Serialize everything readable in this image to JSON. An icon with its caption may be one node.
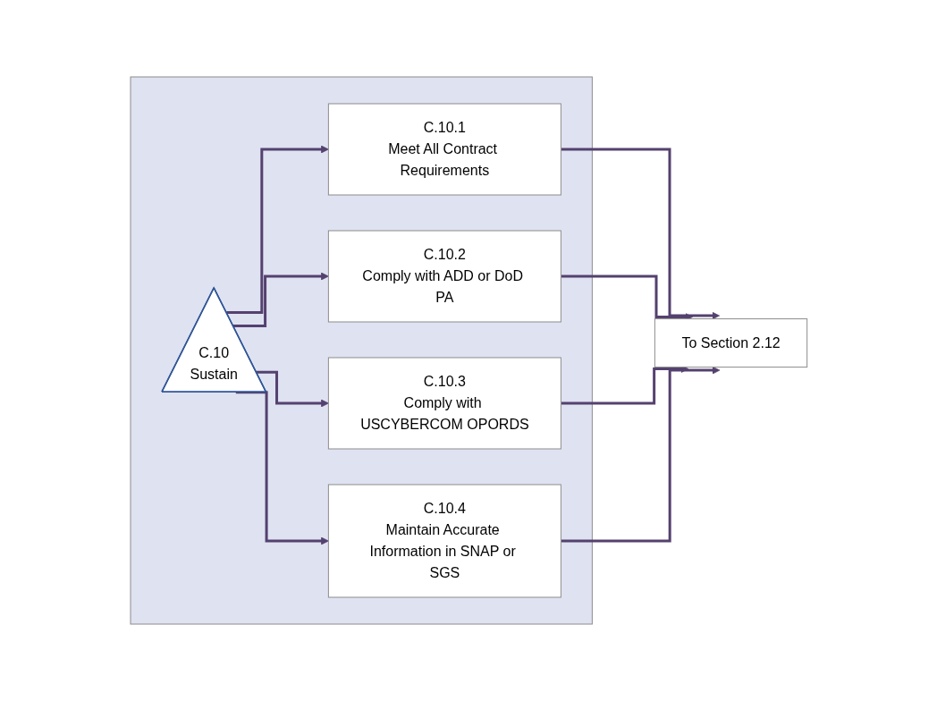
{
  "diagram": {
    "nodes": [
      {
        "text": [],
        "shape": "box"
      },
      {
        "text": [
          "C.10",
          "Sustain"
        ],
        "in": 0
      },
      {
        "text": [
          "C.10.1",
          "Meet All Contract Requirements"
        ],
        "in": 0
      },
      {
        "text": [
          "C.10.2",
          "Comply with ADD or DoD PA"
        ],
        "in": 0
      },
      {
        "text": [
          "C.10.3",
          "Comply with USCYBERCOM OPORDS"
        ],
        "in": 0
      },
      {
        "text": [
          "C.10.4",
          "Maintain Accurate Information in SNAP or SGS"
        ],
        "in": 0
      },
      {
        "text": [
          "To Section 2.12"
        ]
      }
    ],
    "edges": [
      {
        "from": 1,
        "to": 2,
        "arrow": "to"
      },
      {
        "from": 1,
        "to": 3,
        "arrow": "to"
      },
      {
        "from": 1,
        "to": 4,
        "arrow": "to"
      },
      {
        "from": 1,
        "to": 5,
        "arrow": "to"
      },
      {
        "from": 2,
        "to": 6,
        "arrow": "to"
      },
      {
        "from": 3,
        "to": 6,
        "arrow": "to"
      },
      {
        "from": 4,
        "to": 6,
        "arrow": "to"
      },
      {
        "from": 5,
        "to": 6,
        "arrow": "to"
      }
    ]
  }
}
